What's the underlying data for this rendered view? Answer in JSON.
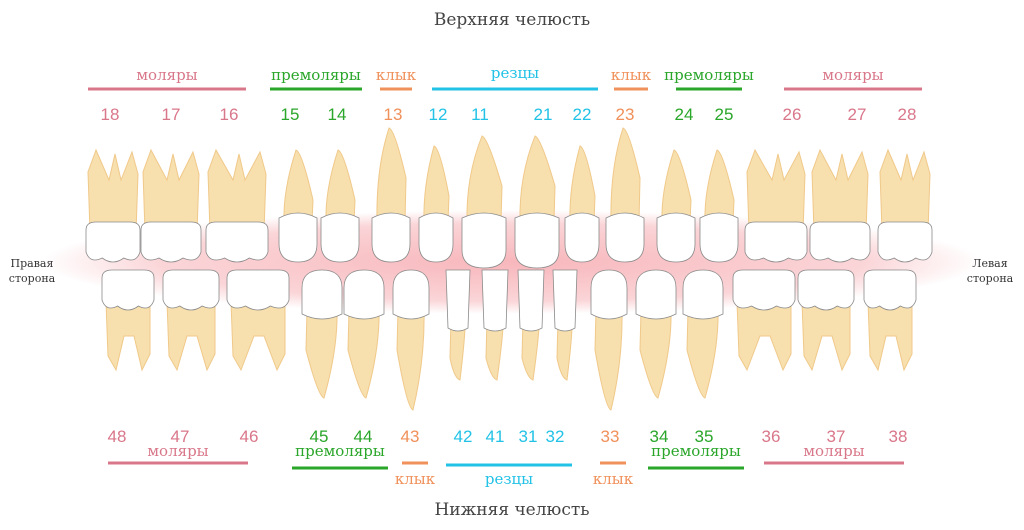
{
  "titles": {
    "upper_jaw": "Верхняя челюсть",
    "lower_jaw": "Нижняя челюсть",
    "right_side_line1": "Правая",
    "right_side_line2": "сторона",
    "left_side_line1": "Левая",
    "left_side_line2": "сторона"
  },
  "colors": {
    "molar": "#d9778a",
    "premolar": "#2aa62a",
    "canine": "#f0905a",
    "incisor": "#22c2e6",
    "gum": "#f7b3b8",
    "root": "#f7dfae",
    "root_dark": "#f0c98a",
    "crown": "#ffffff",
    "outline": "#8a8a8a"
  },
  "upper": {
    "groups": [
      {
        "key": "upper-molars-right",
        "label": "моляры",
        "type": "molar"
      },
      {
        "key": "upper-premolars-right",
        "label": "премоляры",
        "type": "premolar"
      },
      {
        "key": "upper-canine-right",
        "label": "клык",
        "type": "canine"
      },
      {
        "key": "upper-incisors",
        "label": "резцы",
        "type": "incisor"
      },
      {
        "key": "upper-canine-left",
        "label": "клык",
        "type": "canine"
      },
      {
        "key": "upper-premolars-left",
        "label": "премоляры",
        "type": "premolar"
      },
      {
        "key": "upper-molars-left",
        "label": "моляры",
        "type": "molar"
      }
    ],
    "teeth": [
      {
        "n": "18",
        "type": "molar"
      },
      {
        "n": "17",
        "type": "molar"
      },
      {
        "n": "16",
        "type": "molar"
      },
      {
        "n": "15",
        "type": "premolar"
      },
      {
        "n": "14",
        "type": "premolar"
      },
      {
        "n": "13",
        "type": "canine"
      },
      {
        "n": "12",
        "type": "incisor"
      },
      {
        "n": "11",
        "type": "incisor"
      },
      {
        "n": "21",
        "type": "incisor"
      },
      {
        "n": "22",
        "type": "incisor"
      },
      {
        "n": "23",
        "type": "canine"
      },
      {
        "n": "24",
        "type": "premolar"
      },
      {
        "n": "25",
        "type": "premolar"
      },
      {
        "n": "26",
        "type": "molar"
      },
      {
        "n": "27",
        "type": "molar"
      },
      {
        "n": "28",
        "type": "molar"
      }
    ]
  },
  "lower": {
    "groups": [
      {
        "key": "lower-molars-right",
        "label": "моляры",
        "type": "molar"
      },
      {
        "key": "lower-premolars-right",
        "label": "премоляры",
        "type": "premolar"
      },
      {
        "key": "lower-canine-right",
        "label": "клык",
        "type": "canine"
      },
      {
        "key": "lower-incisors",
        "label": "резцы",
        "type": "incisor"
      },
      {
        "key": "lower-canine-left",
        "label": "клык",
        "type": "canine"
      },
      {
        "key": "lower-premolars-left",
        "label": "премоляры",
        "type": "premolar"
      },
      {
        "key": "lower-molars-left",
        "label": "моляры",
        "type": "molar"
      }
    ],
    "teeth": [
      {
        "n": "48",
        "type": "molar"
      },
      {
        "n": "47",
        "type": "molar"
      },
      {
        "n": "46",
        "type": "molar"
      },
      {
        "n": "45",
        "type": "premolar"
      },
      {
        "n": "44",
        "type": "premolar"
      },
      {
        "n": "43",
        "type": "canine"
      },
      {
        "n": "42",
        "type": "incisor"
      },
      {
        "n": "41",
        "type": "incisor"
      },
      {
        "n": "31",
        "type": "incisor"
      },
      {
        "n": "32",
        "type": "incisor"
      },
      {
        "n": "33",
        "type": "canine"
      },
      {
        "n": "34",
        "type": "premolar"
      },
      {
        "n": "35",
        "type": "premolar"
      },
      {
        "n": "36",
        "type": "molar"
      },
      {
        "n": "37",
        "type": "molar"
      },
      {
        "n": "38",
        "type": "molar"
      }
    ]
  }
}
